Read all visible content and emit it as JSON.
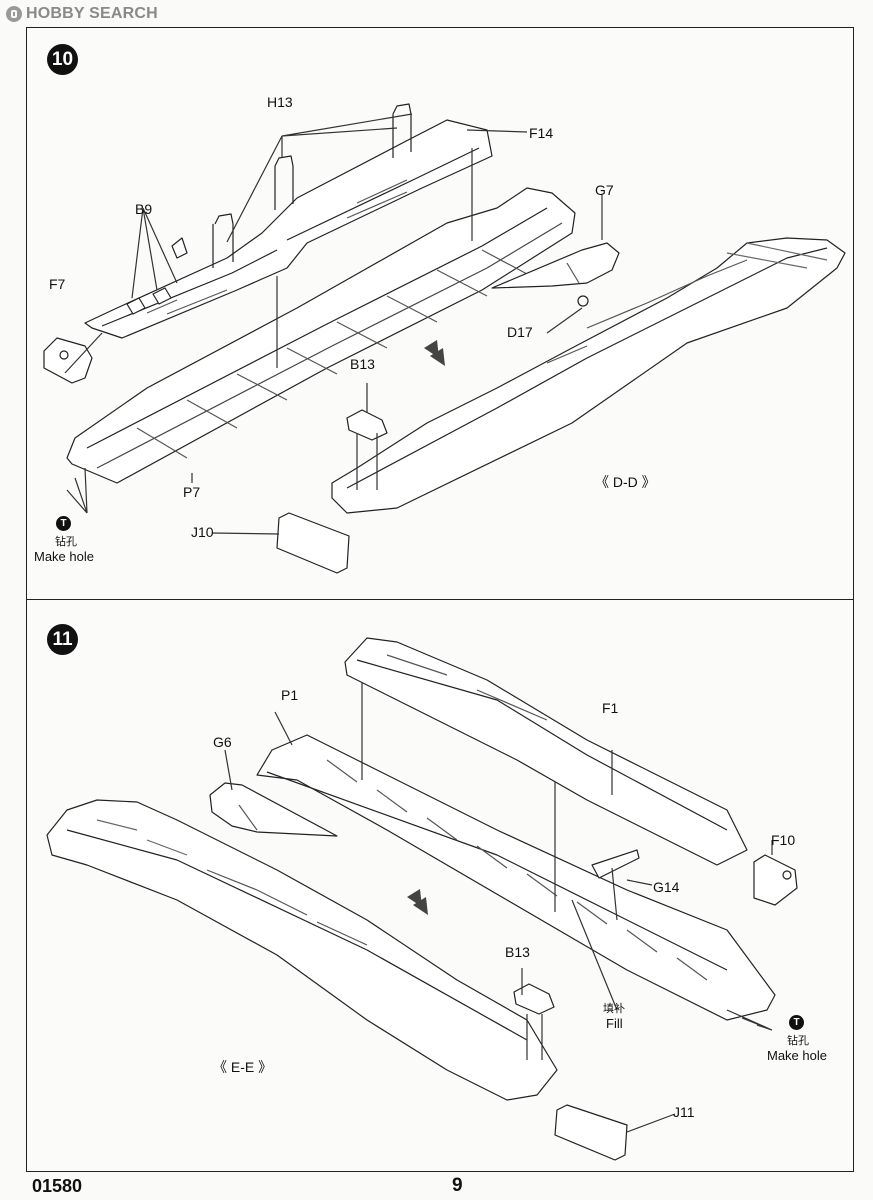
{
  "watermark": {
    "text": "HOBBY SEARCH",
    "icon": "hobbysearch-logo-icon"
  },
  "step10": {
    "number": "10",
    "labels": {
      "h13": "H13",
      "f14": "F14",
      "b9": "B9",
      "g7": "G7",
      "f7": "F7",
      "d17": "D17",
      "b13": "B13",
      "p7": "P7",
      "j10": "J10"
    },
    "make_hole": {
      "badge": "T",
      "cn": "钻孔",
      "en": "Make hole"
    },
    "view_label": "《 D-D 》"
  },
  "step11": {
    "number": "11",
    "labels": {
      "p1": "P1",
      "g6": "G6",
      "f1": "F1",
      "f10": "F10",
      "g14": "G14",
      "b13": "B13",
      "j11": "J11"
    },
    "fill": {
      "cn": "填补",
      "en": "Fill"
    },
    "make_hole": {
      "badge": "T",
      "cn": "钻孔",
      "en": "Make hole"
    },
    "view_label": "《 E-E 》"
  },
  "footer": {
    "product_code": "01580",
    "page_number": "9"
  }
}
